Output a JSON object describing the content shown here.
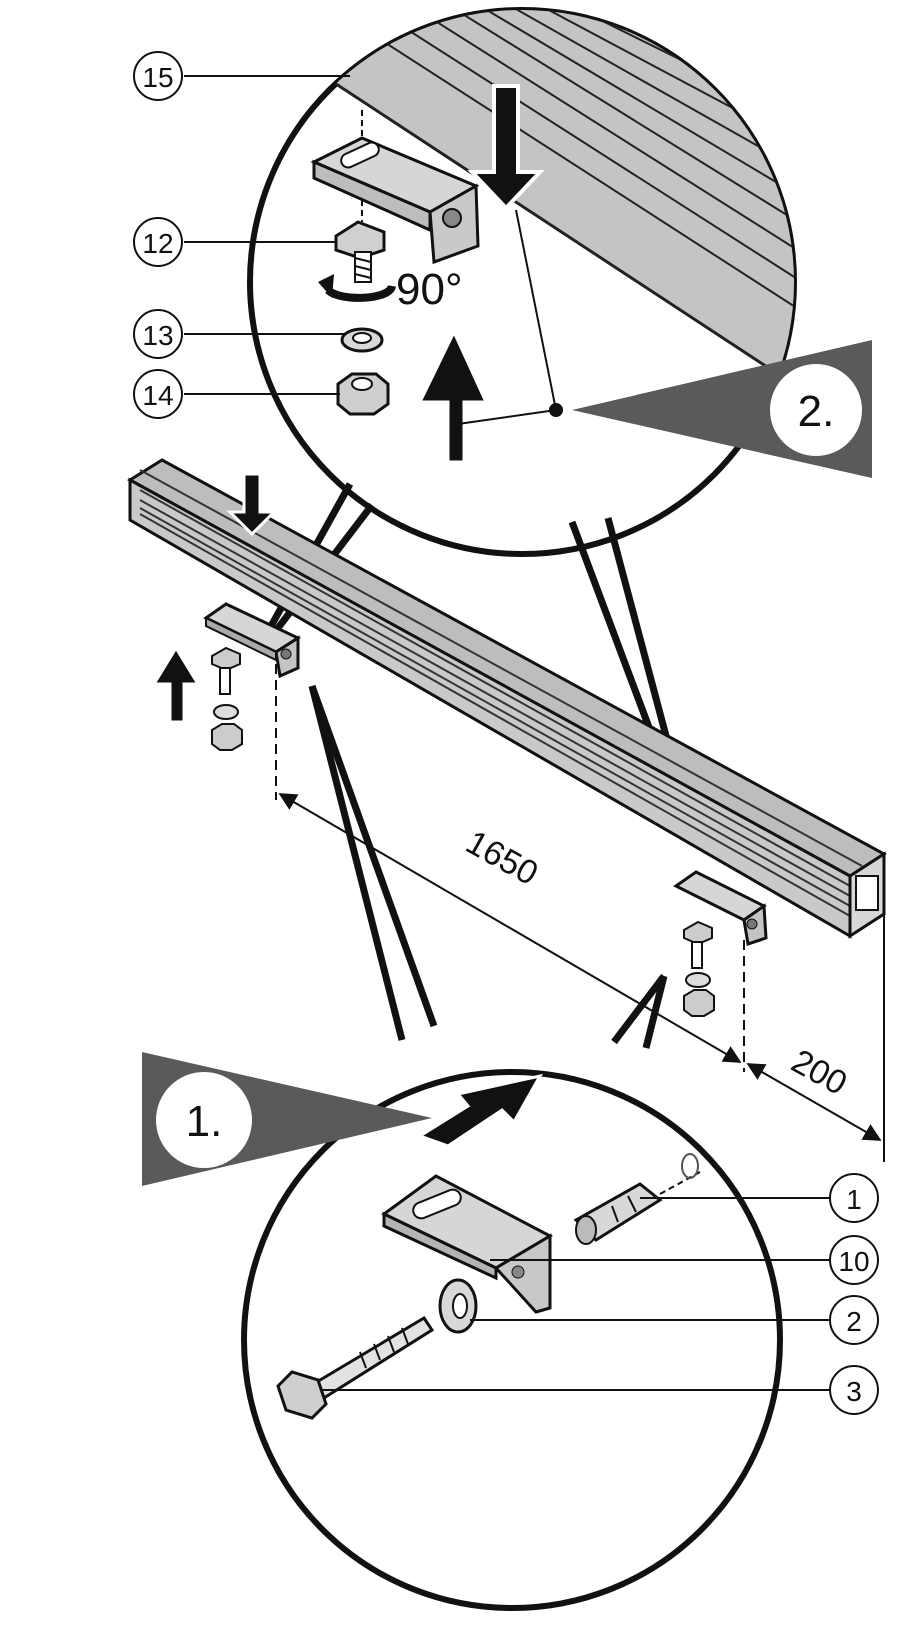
{
  "callouts": {
    "c1": "1",
    "c2": "2",
    "c3": "3",
    "c10": "10",
    "c12": "12",
    "c13": "13",
    "c14": "14",
    "c15": "15"
  },
  "steps": {
    "step1": "1.",
    "step2": "2."
  },
  "rotation": "90°",
  "dimensions": {
    "spacing": "1650",
    "end_offset": "200"
  },
  "colors": {
    "rail": "#c8c8c8",
    "rail_dark": "#9a9a9a",
    "step_wedge": "#5a5a5a",
    "line": "#111111"
  }
}
